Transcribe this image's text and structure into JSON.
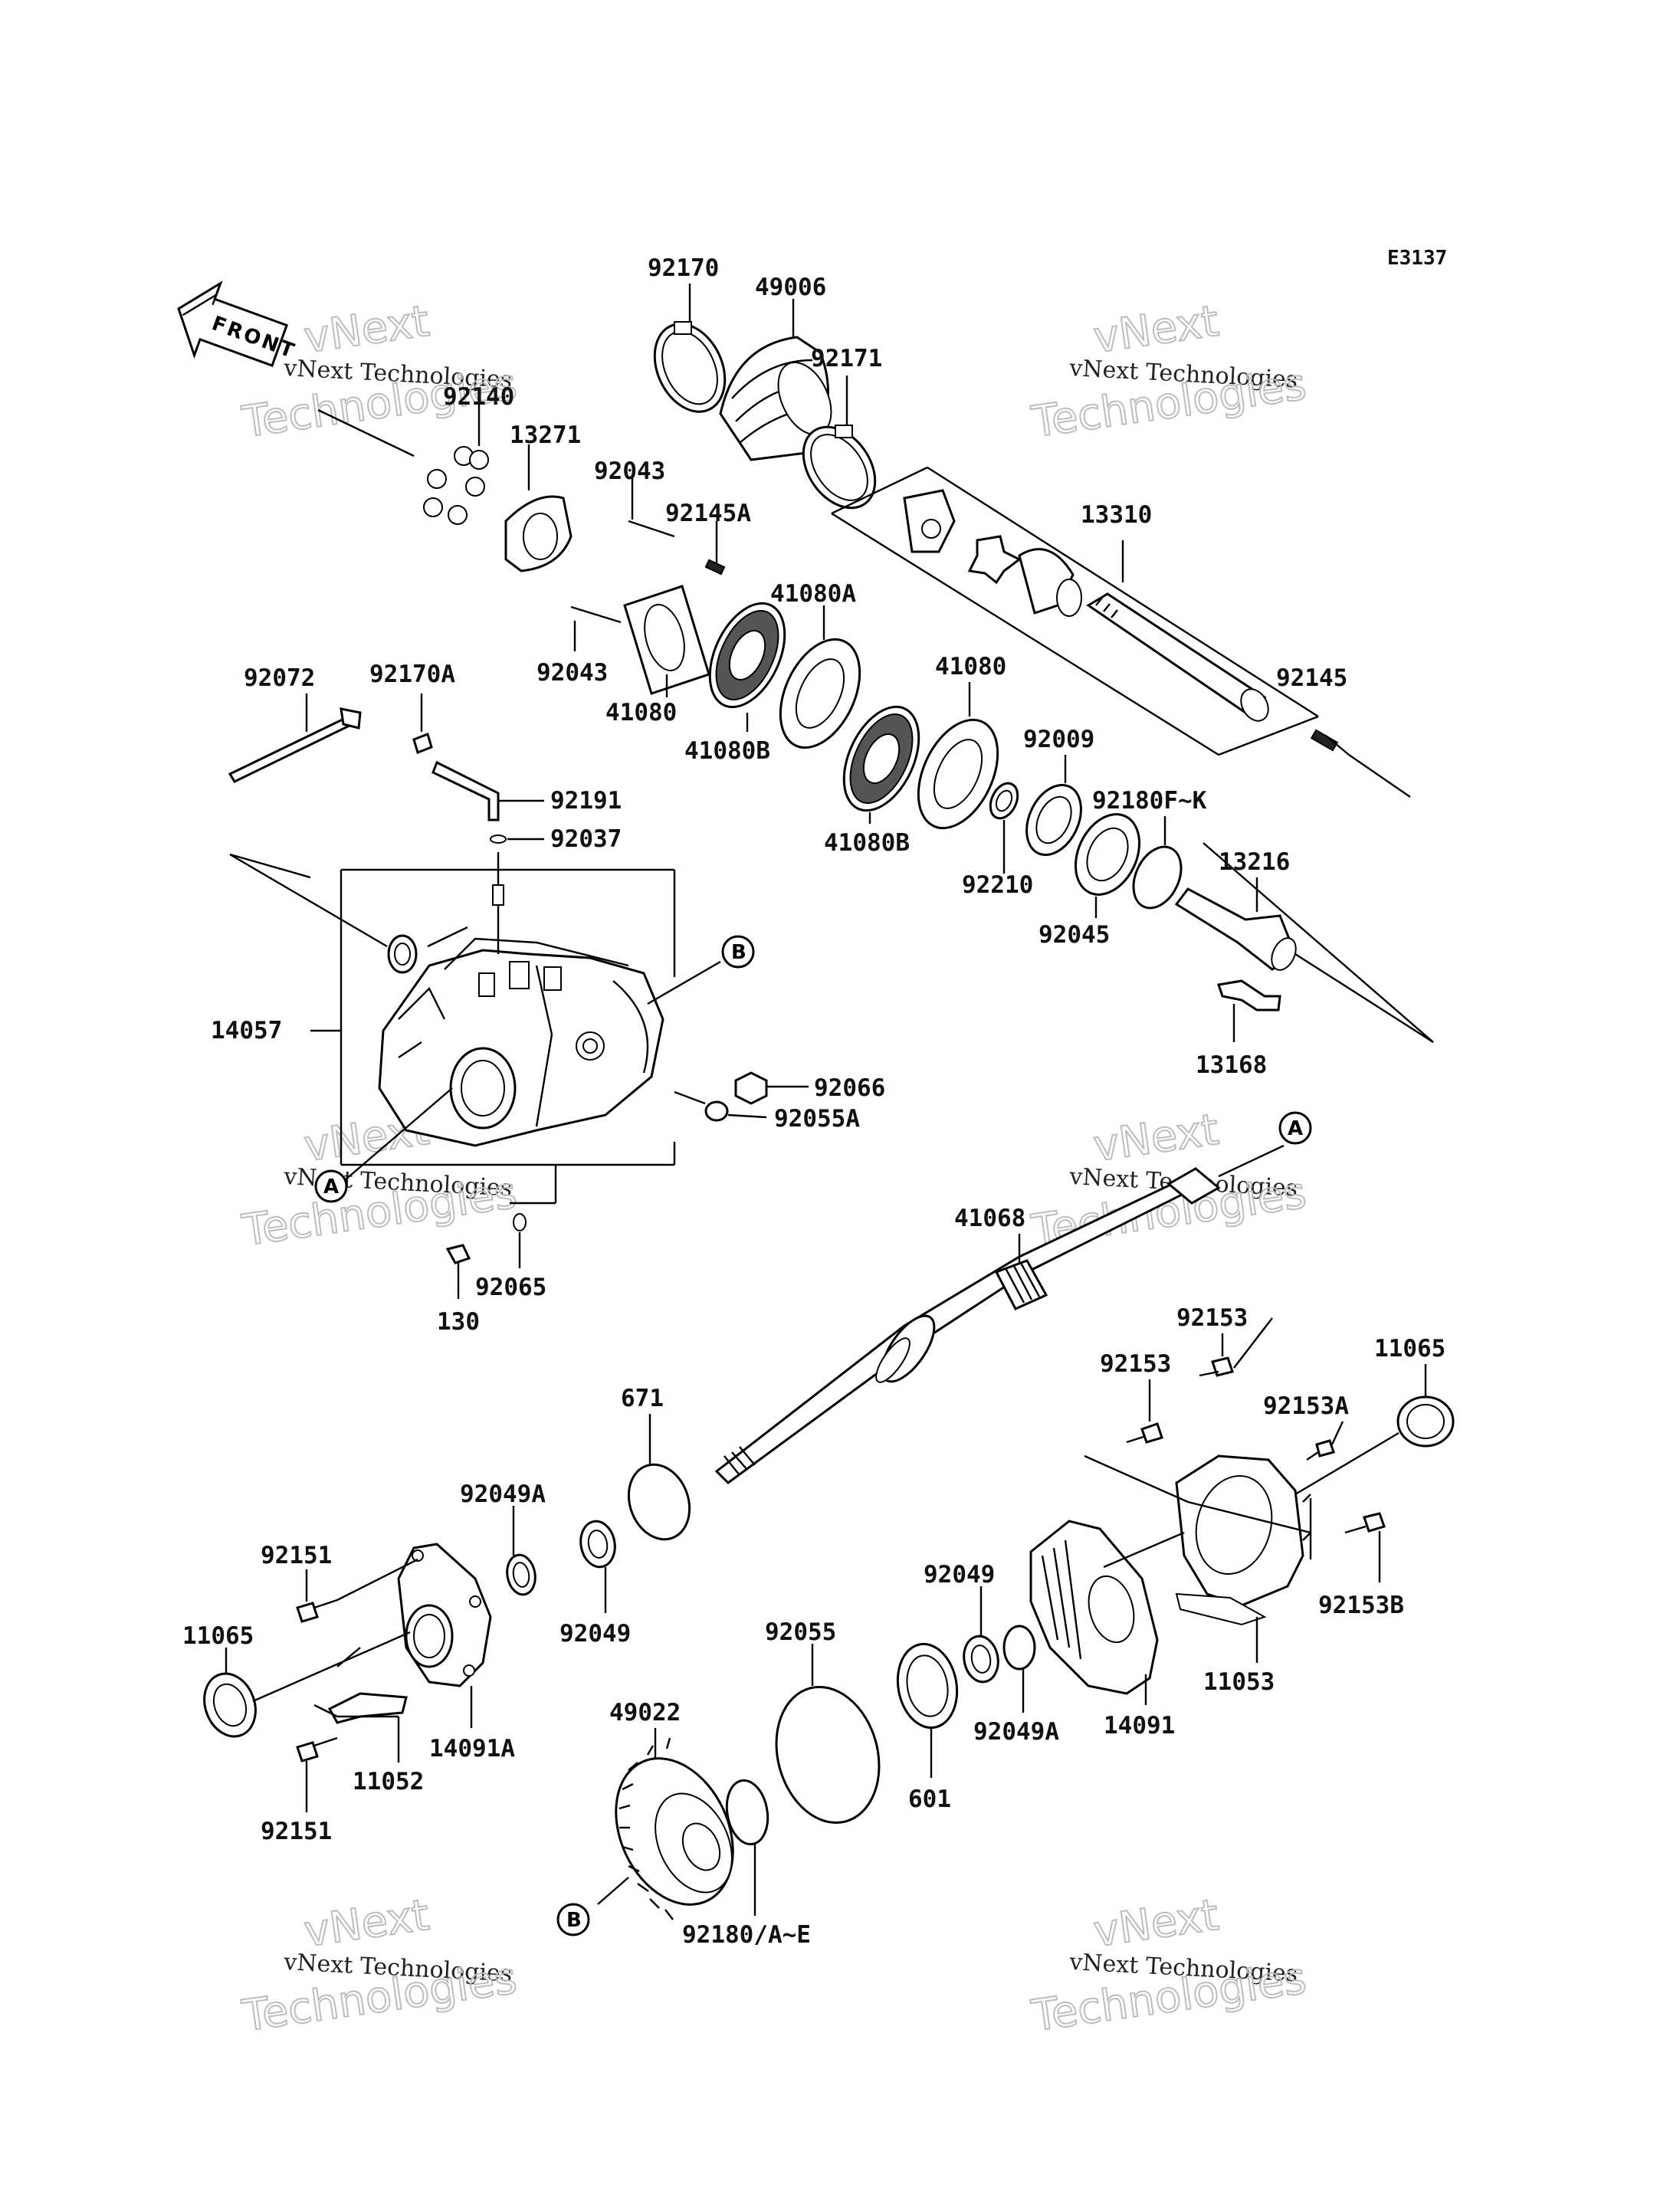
{
  "diagram": {
    "ref_code": "E3137",
    "front_arrow_label": "FRONT",
    "callouts": {
      "a": "A",
      "b": "B"
    },
    "watermark": {
      "line1": "vNext",
      "line2": "vNext Technologies",
      "line3": "Technologies"
    },
    "labels": {
      "p92170": "92170",
      "p49006": "49006",
      "p92171": "92171",
      "p92140": "92140",
      "p13271": "13271",
      "p92043a": "92043",
      "p92145A": "92145A",
      "p13310": "13310",
      "p41080A": "41080A",
      "p41080a": "41080",
      "p92043b": "92043",
      "p41080b": "41080",
      "p41080Ba": "41080B",
      "p41080Bb": "41080B",
      "p92145": "92145",
      "p92072": "92072",
      "p92170A": "92170A",
      "p92009": "92009",
      "p92180FK": "92180F~K",
      "p92191": "92191",
      "p92037": "92037",
      "p13216": "13216",
      "p92210": "92210",
      "p92045": "92045",
      "p14057": "14057",
      "p92066": "92066",
      "p92055A": "92055A",
      "p13168": "13168",
      "p41068": "41068",
      "p92065": "92065",
      "p130": "130",
      "p92153a": "92153",
      "p92153b": "92153",
      "p11065a": "11065",
      "p92153A": "92153A",
      "p671": "671",
      "p92049A_a": "92049A",
      "p92151a": "92151",
      "p92049a": "92049",
      "p92153B": "92153B",
      "p11065b": "11065",
      "p92055": "92055",
      "p92049b": "92049",
      "p11053": "11053",
      "p14091A": "14091A",
      "p49022": "49022",
      "p92049A_b": "92049A",
      "p14091": "14091",
      "p11052": "11052",
      "p601": "601",
      "p92151b": "92151",
      "p92180AE": "92180/A~E"
    }
  }
}
